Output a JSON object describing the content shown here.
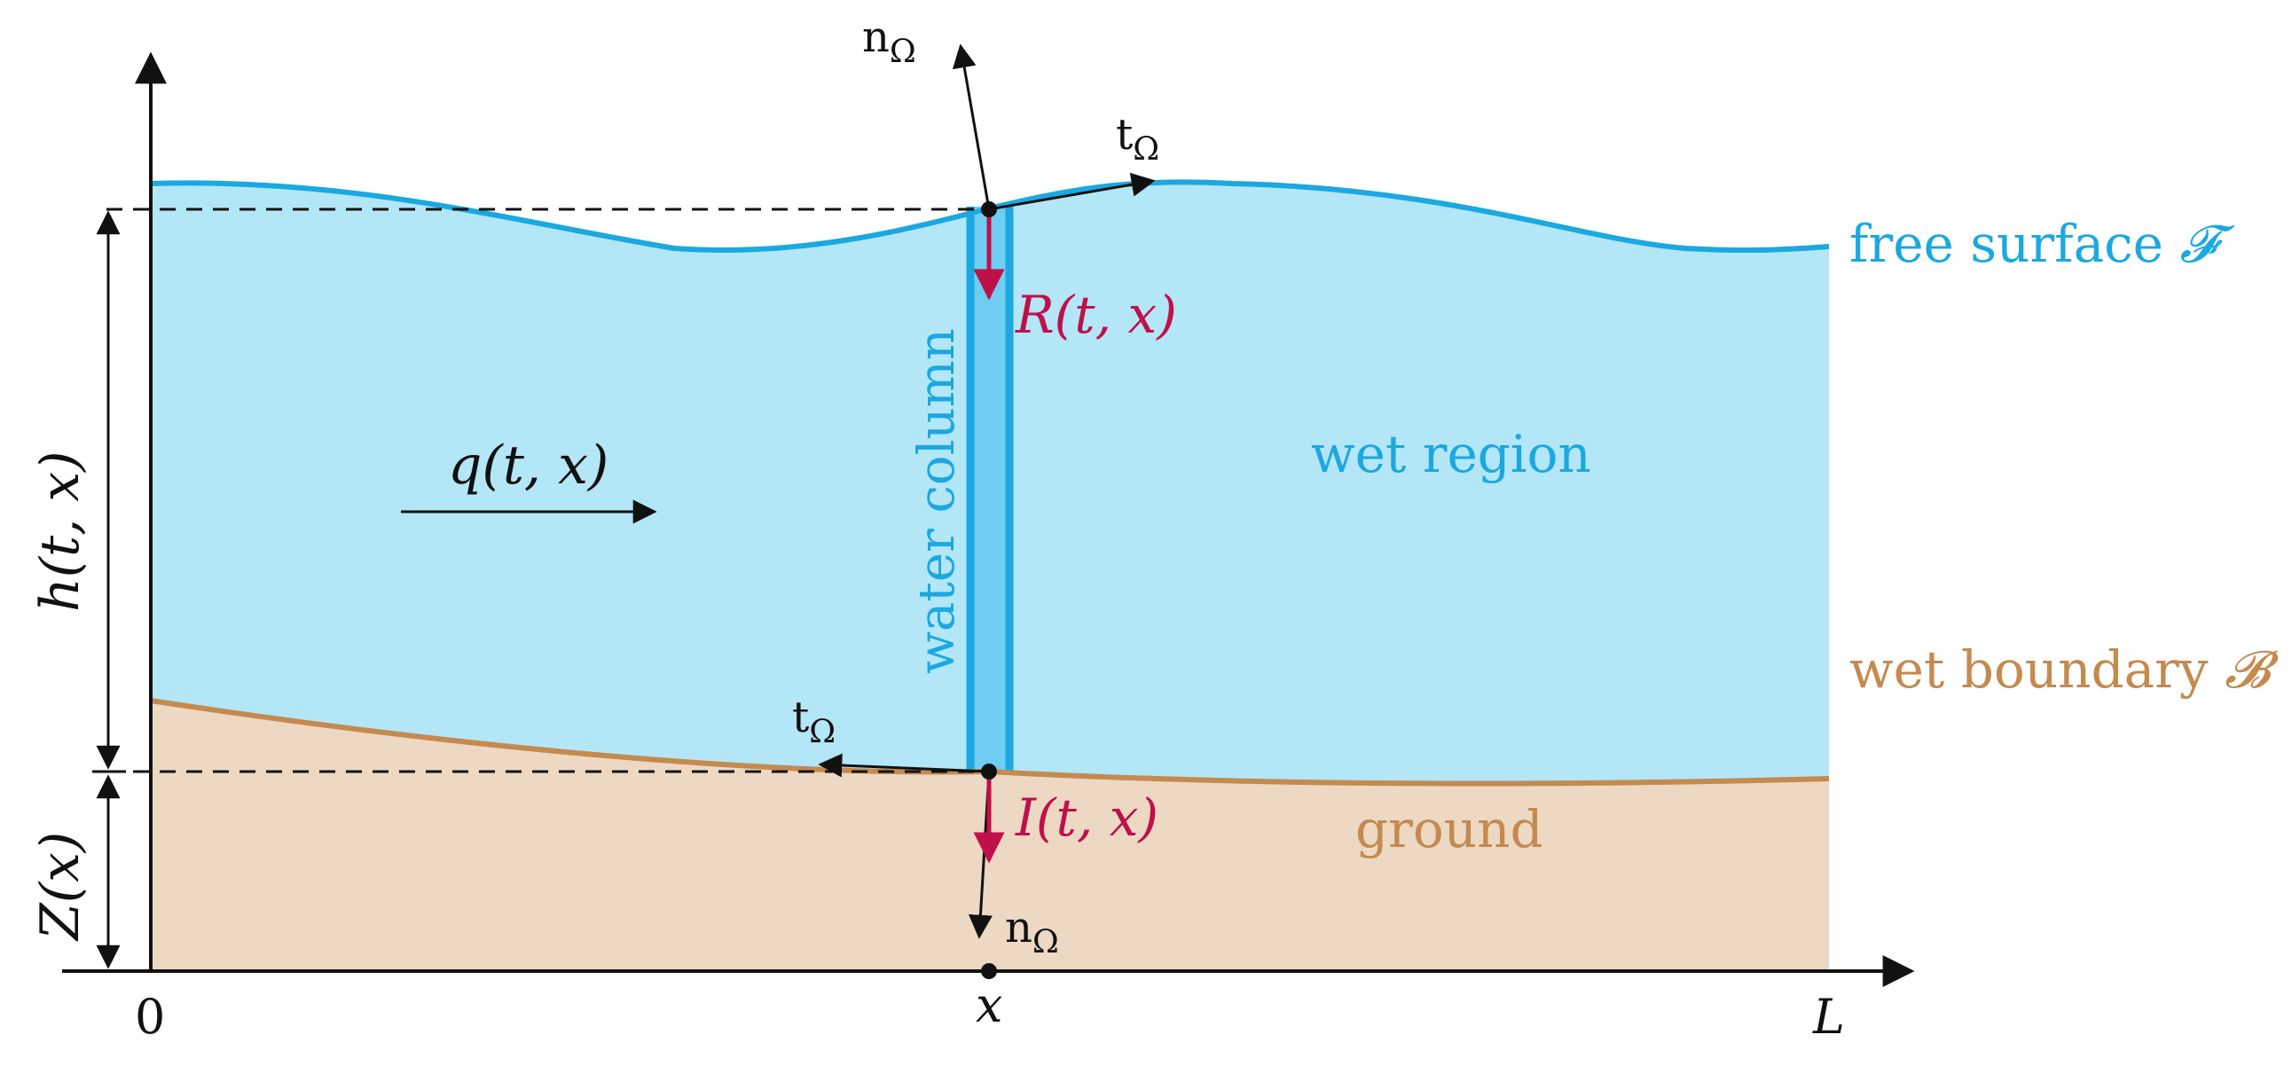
{
  "labels": {
    "free_surface": "free surface",
    "free_surface_symbol": "𝓕",
    "wet_region": "wet region",
    "wet_boundary": "wet boundary",
    "wet_boundary_symbol": "𝓑",
    "ground": "ground",
    "water_column": "water column",
    "discharge": "q(t, x)",
    "rain": "R(t, x)",
    "infiltration": "I(t, x)",
    "height": "h(t, x)",
    "topography": "Z(x)",
    "normal_top": "n",
    "normal_bottom": "n",
    "tangent_top": "t",
    "tangent_bottom": "t",
    "omega": "Ω",
    "x_origin": "0",
    "x_point": "x",
    "x_end": "L"
  },
  "colors": {
    "water_fill": "#b3e6f7",
    "water_line": "#1ba8e0",
    "column_fill": "#6fcdf2",
    "ground_fill": "#ecd8c3",
    "ground_line": "#c48a4e",
    "source_arrow": "#c0104a",
    "axis": "#111111"
  },
  "icons": {
    "arrowhead": "triangle-arrowhead",
    "point": "filled-circle"
  }
}
